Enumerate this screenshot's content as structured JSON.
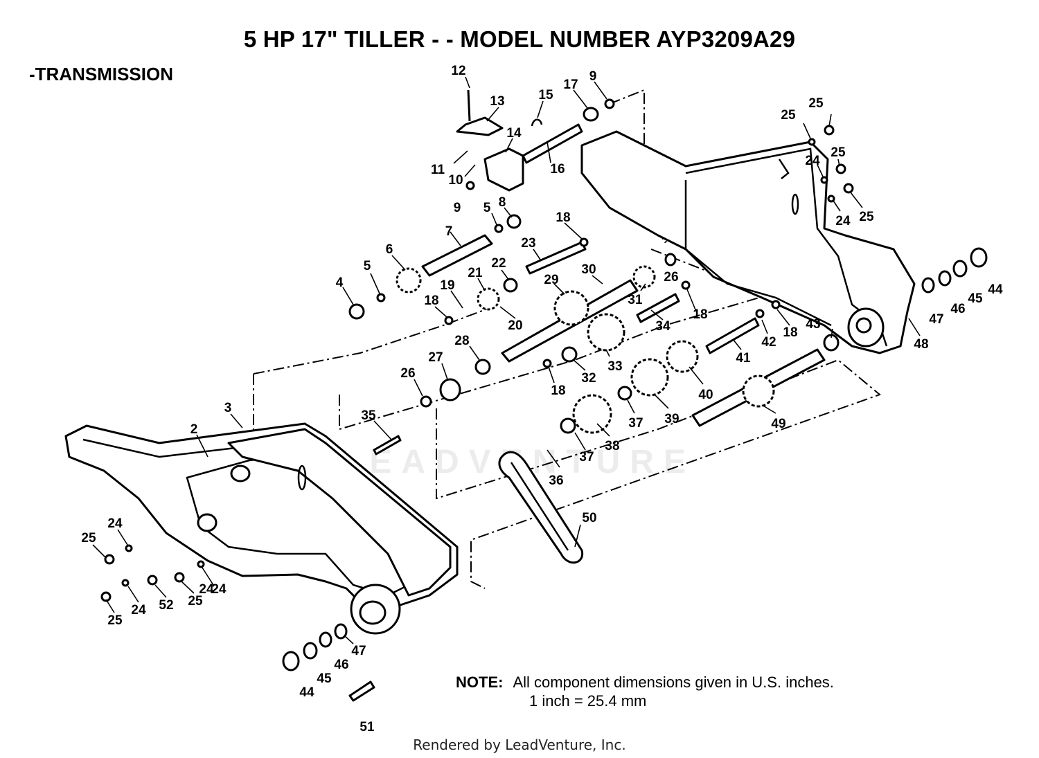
{
  "title": "5 HP  17\" TILLER - - MODEL NUMBER AYP3209A29",
  "section": "-TRANSMISSION",
  "note_label": "NOTE:",
  "note_line1": "All component dimensions given in U.S. inches.",
  "note_line2": "1 inch = 25.4 mm",
  "footer": "Rendered by LeadVenture, Inc.",
  "watermark": "LEADVENTURE",
  "callouts": [
    "12",
    "13",
    "15",
    "17",
    "9",
    "14",
    "11",
    "10",
    "9",
    "16",
    "5",
    "8",
    "7",
    "18",
    "23",
    "6",
    "5",
    "4",
    "21",
    "22",
    "19",
    "18",
    "20",
    "29",
    "30",
    "31",
    "26",
    "18",
    "34",
    "33",
    "28",
    "27",
    "26",
    "32",
    "18",
    "35",
    "3",
    "2",
    "25",
    "24",
    "24",
    "25",
    "24",
    "24",
    "25",
    "25",
    "24",
    "25",
    "52",
    "25",
    "47",
    "46",
    "45",
    "44",
    "51",
    "50",
    "36",
    "37",
    "38",
    "37",
    "39",
    "40",
    "41",
    "42",
    "18",
    "43",
    "49",
    "48",
    "47",
    "46",
    "45",
    "44"
  ]
}
